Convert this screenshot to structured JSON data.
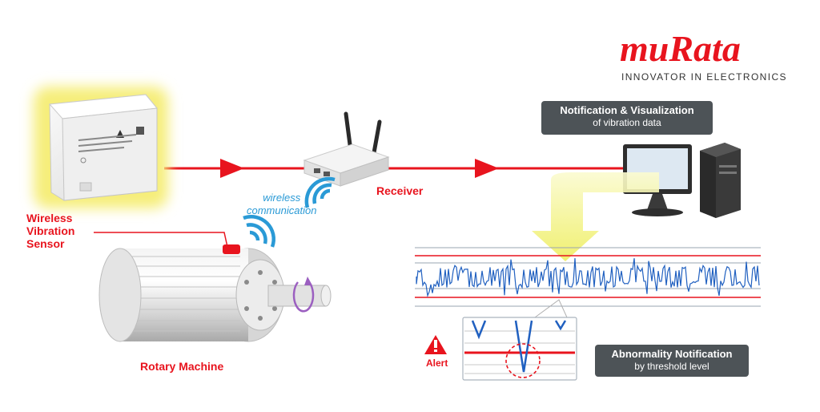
{
  "logo": {
    "word": "muRata",
    "tagline": "INNOVATOR IN ELECTRONICS",
    "color": "#e8141e"
  },
  "labels": {
    "sensor": [
      "Wireless",
      "Vibration",
      "Sensor"
    ],
    "wireless": [
      "wireless",
      "communication"
    ],
    "receiver": "Receiver",
    "rotary": "Rotary Machine",
    "alert": "Alert"
  },
  "boxes": {
    "notification": {
      "line1": "Notification & Visualization",
      "line2": "of vibration data"
    },
    "abnormality": {
      "line1": "Abnormality Notification",
      "line2": "by threshold level"
    }
  },
  "colors": {
    "accent": "#e8141e",
    "wave": "#2060c0",
    "wireless": "#2a9ad6",
    "box": "#4d5357",
    "arrow": "#f2f27a"
  },
  "icons": [
    "vibration-sensor-icon",
    "receiver-router-icon",
    "computer-monitor-icon",
    "pc-tower-icon",
    "rotary-machine-icon",
    "alert-triangle-icon"
  ]
}
